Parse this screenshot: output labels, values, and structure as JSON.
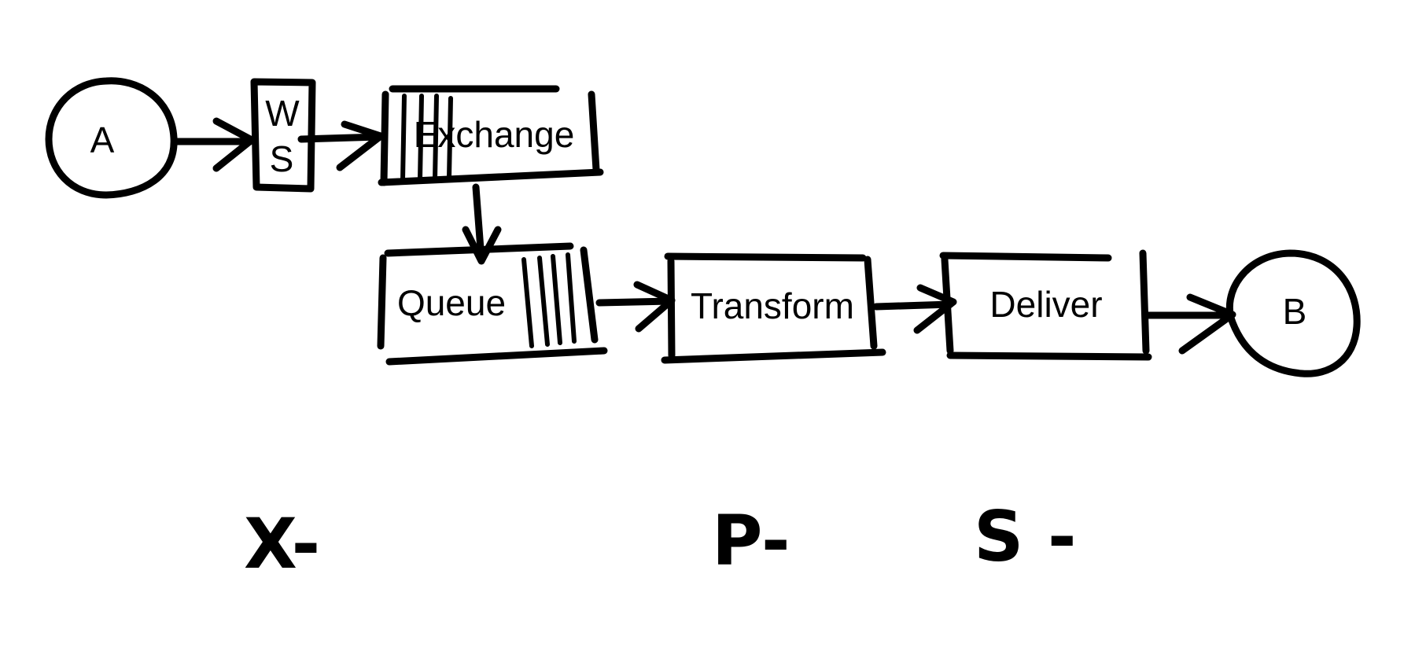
{
  "nodes": {
    "a": "A",
    "ws_top": "W",
    "ws_bottom": "S",
    "exchange": "Exchange",
    "queue": "Queue",
    "transform": "Transform",
    "deliver": "Deliver",
    "b": "B"
  },
  "annotations": {
    "x": "X-",
    "p": "P-",
    "s": "S -"
  },
  "colors": {
    "ink": "#000000",
    "background": "#ffffff"
  }
}
